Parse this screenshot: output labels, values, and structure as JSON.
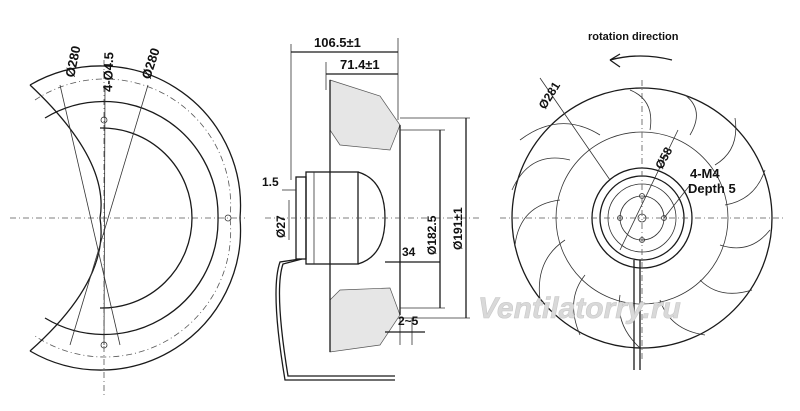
{
  "drawing": {
    "left_view": {
      "d_pcd": "Ø280",
      "holes": "4-Ø4.5",
      "d_outer": "Ø280"
    },
    "side_view": {
      "overall_length": "106.5±1",
      "wheel_length": "71.4±1",
      "flange": "1.5",
      "hub_diameter": "Ø27",
      "inner_diameter": "Ø182.5",
      "outer_diameter": "Ø191±1",
      "offset": "34",
      "gap": "2~5"
    },
    "front_view": {
      "rotation_label": "rotation direction",
      "impeller_diameter": "Ø281",
      "hub_diameter": "Ø58",
      "thread": "4-M4",
      "thread_depth": "Depth 5"
    },
    "watermark": "Ventilatorry.ru"
  }
}
